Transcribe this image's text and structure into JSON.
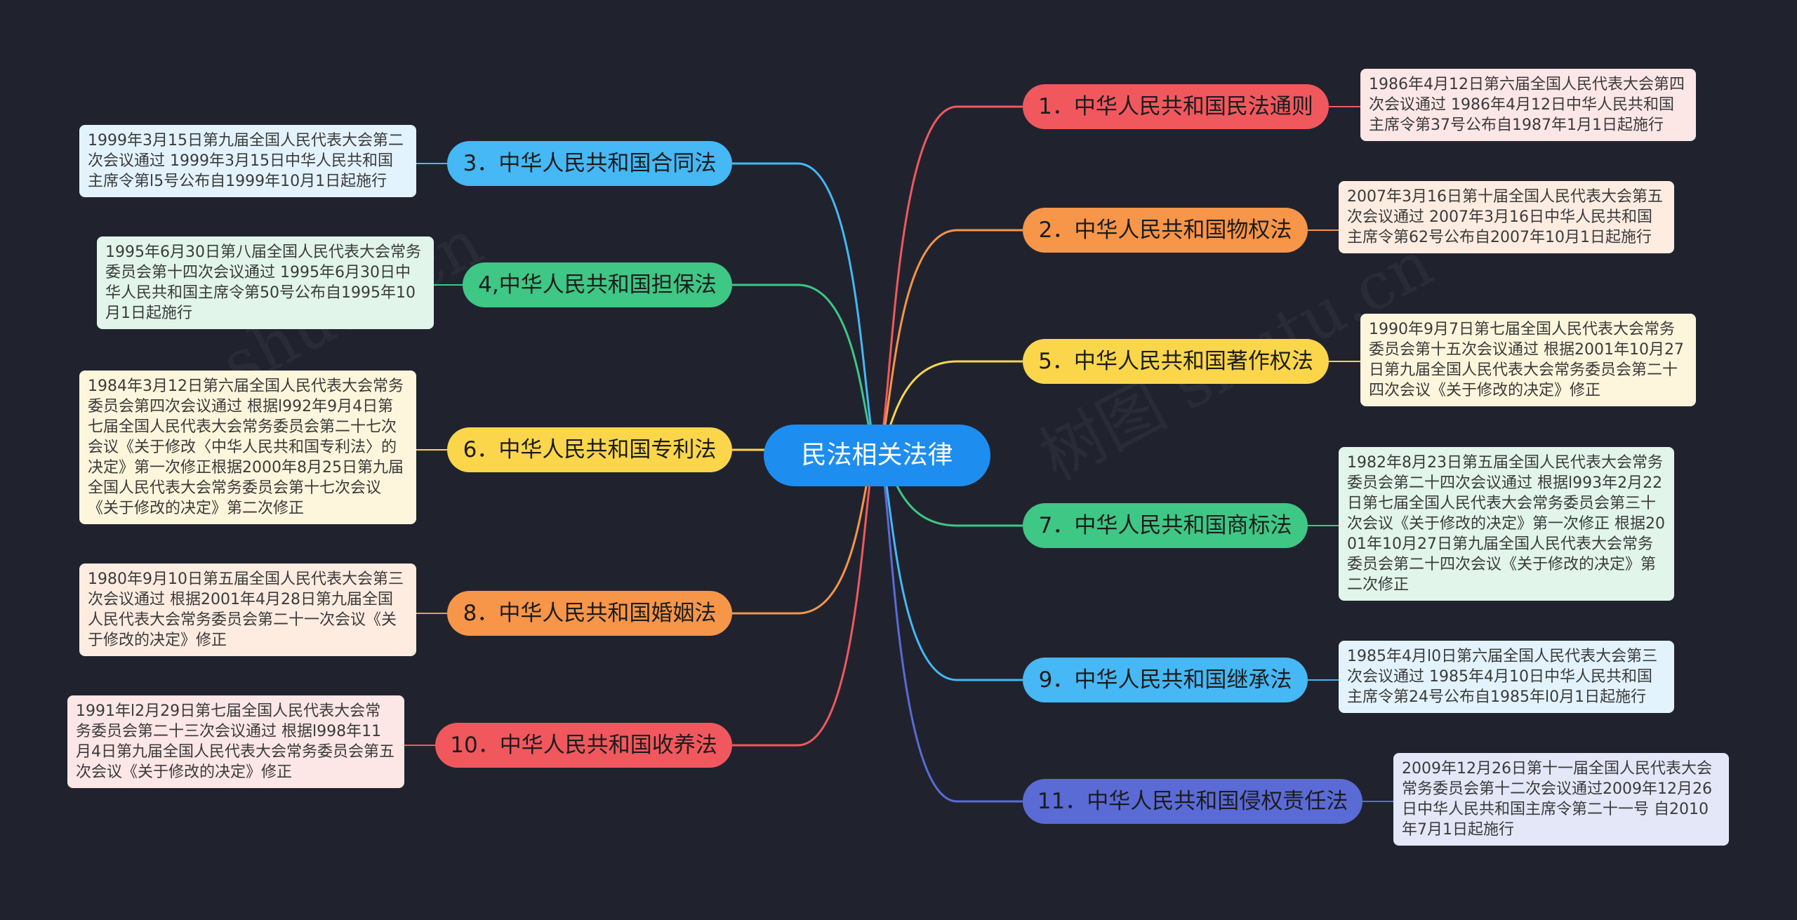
{
  "root": {
    "label": "民法相关法律"
  },
  "branches": [
    {
      "id": "b1",
      "label": "1．中华人民共和国民法通则",
      "color": "#f0585e",
      "note_bg": "#fde6e6",
      "note": "1986年4月12日第六届全国人民代表大会第四次会议通过 1986年4月12日中华人民共和国主席令第37号公布自1987年1月1日起施行"
    },
    {
      "id": "b2",
      "label": "2．中华人民共和国物权法",
      "color": "#f79548",
      "note_bg": "#feece1",
      "note": "2007年3月16日第十届全国人民代表大会第五次会议通过 2007年3月16日中华人民共和国主席令第62号公布自2007年10月1日起施行"
    },
    {
      "id": "b3",
      "label": "3．中华人民共和国合同法",
      "color": "#45b8f5",
      "note_bg": "#e3f3fd",
      "note": "1999年3月15日第九届全国人民代表大会第二次会议通过 1999年3月15日中华人民共和国主席令第l5号公布自1999年10月1日起施行"
    },
    {
      "id": "b4",
      "label": "4,中华人民共和国担保法",
      "color": "#3ec785",
      "note_bg": "#e1f5ea",
      "note": "1995年6月30日第八届全国人民代表大会常务委员会第十四次会议通过 1995年6月30日中华人民共和国主席令第50号公布自1995年10月1日起施行"
    },
    {
      "id": "b5",
      "label": "5．中华人民共和国著作权法",
      "color": "#fbd64a",
      "note_bg": "#fef6dc",
      "note": "1990年9月7日第七届全国人民代表大会常务委员会第十五次会议通过 根据2001年10月27日第九届全国人民代表大会常务委员会第二十四次会议《关于修改的决定》修正"
    },
    {
      "id": "b6",
      "label": "6．中华人民共和国专利法",
      "color": "#fbd64a",
      "note_bg": "#fef6dc",
      "note": "1984年3月12日第六届全国人民代表大会常务委员会第四次会议通过 根据l992年9月4日第七届全国人民代表大会常务委员会第二十七次会议《关于修改〈中华人民共和国专利法〉的决定》第一次修正根据2000年8月25日第九届全国人民代表大会常务委员会第十七次会议《关于修改的决定》第二次修正"
    },
    {
      "id": "b7",
      "label": "7．中华人民共和国商标法",
      "color": "#3ec785",
      "note_bg": "#e1f5ea",
      "note": "1982年8月23日第五届全国人民代表大会常务委员会第二十四次会议通过 根据l993年2月22日第七届全国人民代表大会常务委员会第三十次会议《关于修改的决定》第一次修正 根据2001年10月27日第九届全国人民代表大会常务委员会第二十四次会议《关于修改的决定》第二次修正"
    },
    {
      "id": "b8",
      "label": "8．中华人民共和国婚姻法",
      "color": "#f79548",
      "note_bg": "#feece1",
      "note": "1980年9月10日第五届全国人民代表大会第三次会议通过 根据2001年4月28日第九届全国人民代表大会常务委员会第二十一次会议《关于修改的决定》修正"
    },
    {
      "id": "b9",
      "label": "9．中华人民共和国继承法",
      "color": "#45b8f5",
      "note_bg": "#e3f3fd",
      "note": "1985年4月l0日第六届全国人民代表大会第三次会议通过 1985年4月10日中华人民共和国主席令第24号公布自1985年l0月1日起施行"
    },
    {
      "id": "b10",
      "label": "10．中华人民共和国收养法",
      "color": "#f0585e",
      "note_bg": "#fde6e6",
      "note": "1991年l2月29日第七届全国人民代表大会常务委员会第二十三次会议通过 根据l998年11月4日第九届全国人民代表大会常务委员会第五次会议《关于修改的决定》修正"
    },
    {
      "id": "b11",
      "label": "11．中华人民共和国侵权责任法",
      "color": "#5a6bd6",
      "note_bg": "#e4e7f8",
      "note": "2009年12月26日第十一届全国人民代表大会常务委员会第十二次会议通过2009年12月26日中华人民共和国主席令第二十一号 自2010年7月1日起施行"
    }
  ]
}
